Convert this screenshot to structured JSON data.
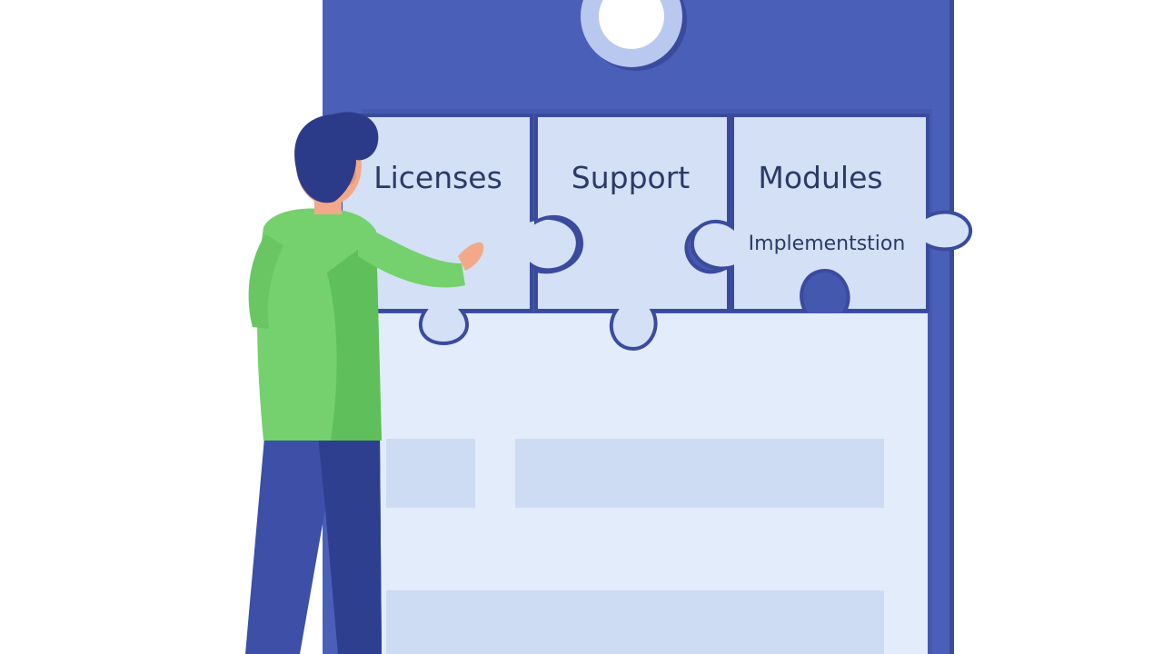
{
  "puzzle": {
    "pieces": [
      {
        "label": "Licenses"
      },
      {
        "label": "Support"
      },
      {
        "label": "Modules",
        "sublabel": "Implementstion"
      }
    ]
  },
  "colors": {
    "board": "#4a5fb8",
    "board_dark": "#3f52a8",
    "board_edge": "#3a4b9e",
    "piece_fill": "#d3e0f5",
    "piece_stroke": "#3a4b9e",
    "lower_panel": "#e2ecfa",
    "placeholder_block": "#cddcf3",
    "shirt": "#74d16d",
    "shirt_shadow": "#5fbf5a",
    "pants": "#3d4fa6",
    "pants_dark": "#2f3f8f",
    "hair": "#2c3a8a",
    "skin": "#f2a98a",
    "ring": "#ffffff",
    "ring_stroke": "#b9c8ee"
  }
}
